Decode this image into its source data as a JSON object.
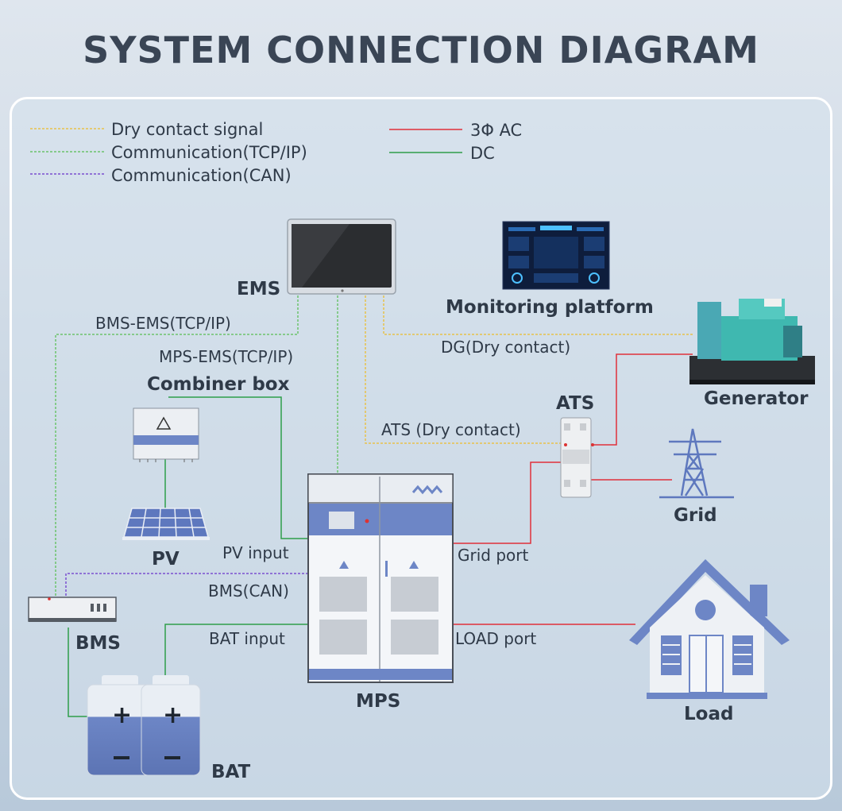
{
  "title": "SYSTEM CONNECTION DIAGRAM",
  "legend": {
    "dry_contact": "Dry contact signal",
    "tcp_ip": "Communication(TCP/IP)",
    "can": "Communication(CAN)",
    "ac": "3Φ AC",
    "dc": "DC"
  },
  "nodes": {
    "ems": "EMS",
    "monitoring": "Monitoring platform",
    "generator": "Generator",
    "ats": "ATS",
    "grid": "Grid",
    "combiner": "Combiner box",
    "pv": "PV",
    "mps": "MPS",
    "bms": "BMS",
    "bat": "BAT",
    "load": "Load"
  },
  "links": {
    "bms_ems": "BMS-EMS(TCP/IP)",
    "mps_ems": "MPS-EMS(TCP/IP)",
    "dg": "DG(Dry contact)",
    "ats_dc": "ATS (Dry contact)",
    "pv_input": "PV input",
    "bms_can": "BMS(CAN)",
    "bat_input": "BAT input",
    "grid_port": "Grid port",
    "load_port": "LOAD port"
  },
  "colors": {
    "dry_contact": "#e8c24a",
    "tcp_ip": "#6cc36c",
    "can": "#7b4fd0",
    "ac": "#e0303a",
    "dc": "#2e9e4a",
    "device_blue": "#6d86c6",
    "text": "#2f3a48"
  }
}
